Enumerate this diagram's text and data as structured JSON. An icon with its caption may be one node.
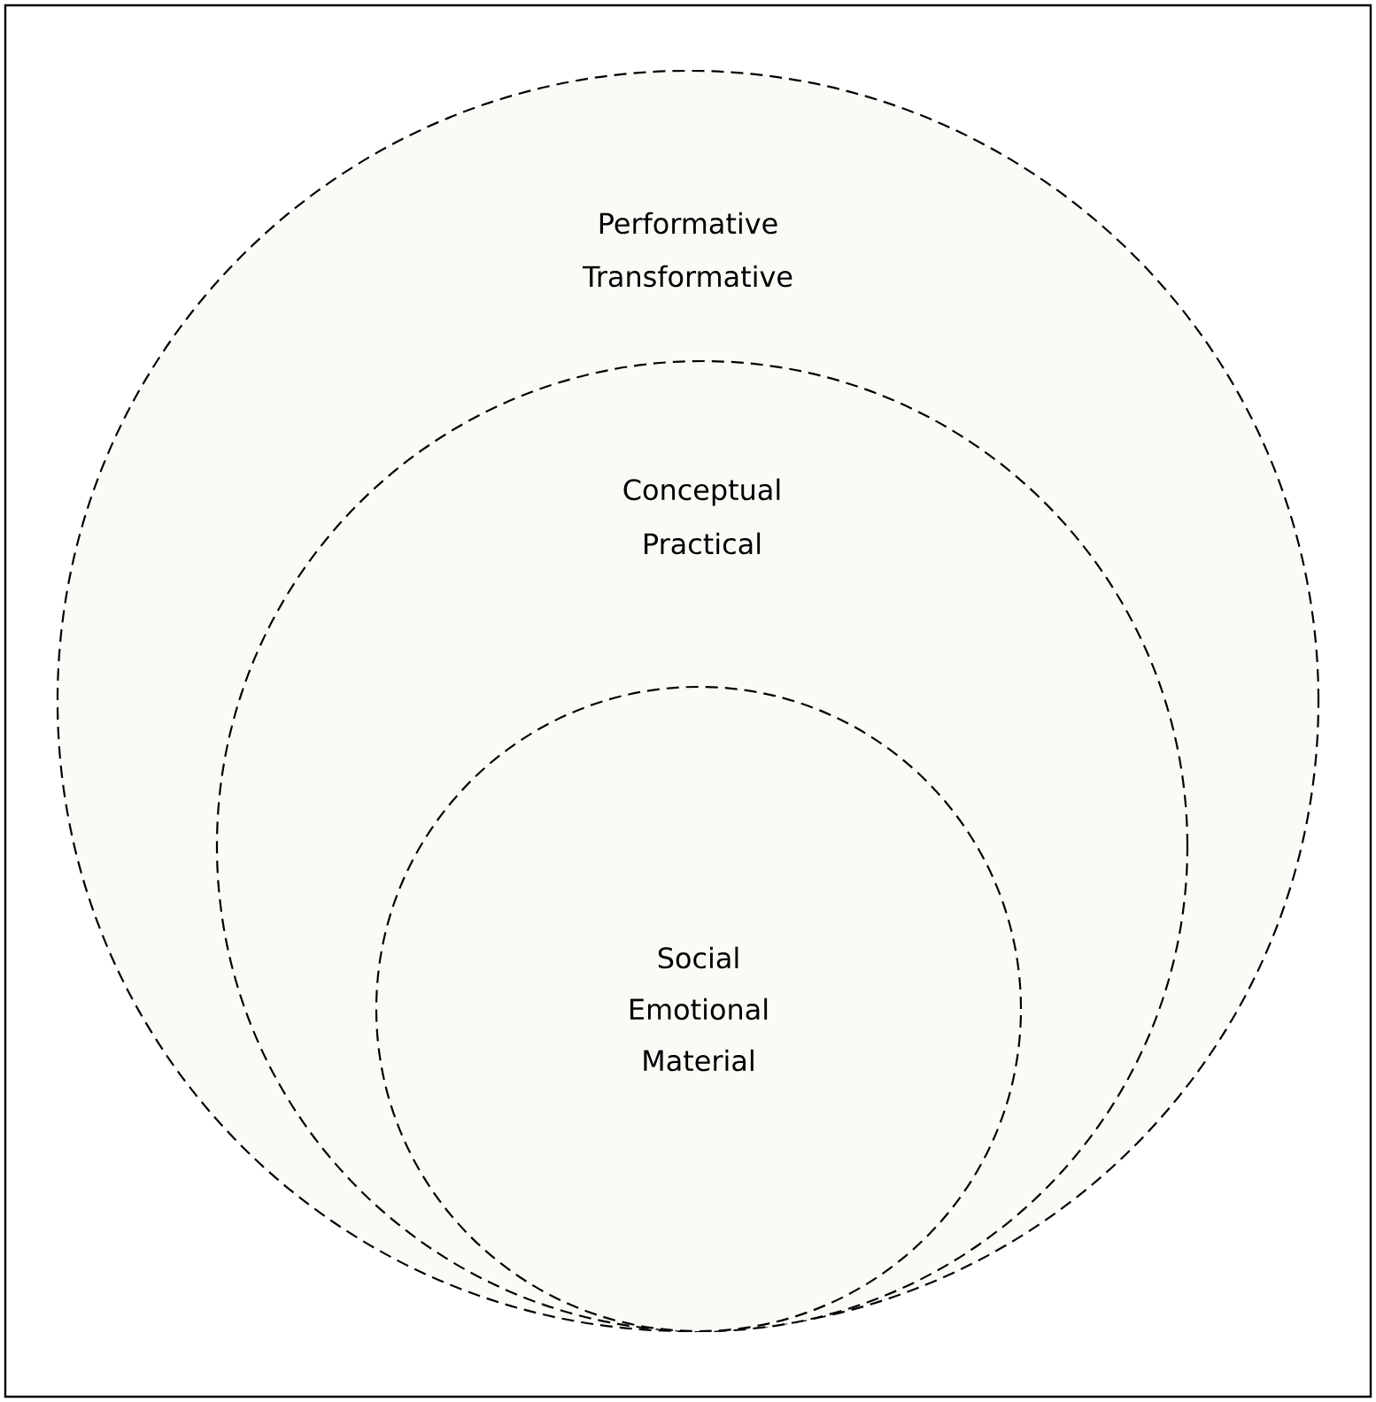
{
  "diagram": {
    "nodes": [
      {
        "text": [
          "Performative",
          "Transformative"
        ]
      },
      {
        "text": [
          "Conceptual",
          "Practical"
        ],
        "in": 0
      },
      {
        "text": [
          "Social",
          "Emotional",
          "Material"
        ],
        "in": 1
      }
    ]
  }
}
